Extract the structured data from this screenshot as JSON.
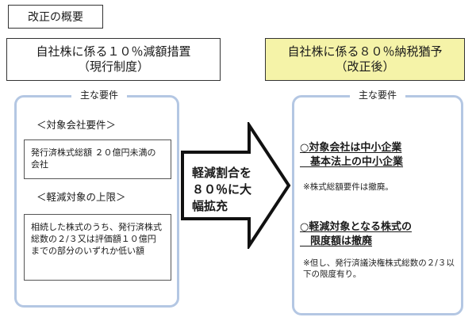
{
  "page_title": "改正の概要",
  "left_header": {
    "title": "自社株に係る１０％減額措置",
    "subtitle": "（現行制度）"
  },
  "right_header": {
    "title": "自社株に係る８０％納税猶予",
    "subtitle": "（改正後）"
  },
  "left_panel": {
    "label": "主な要件",
    "section1_heading": "＜対象会社要件＞",
    "section1_text": "発行済株式総額 ２０億円未満の会社",
    "section2_heading": "＜軽減対象の上限＞",
    "section2_text": "相続した株式のうち、発行済株式総数の２/３又は評価額１０億円までの部分のいずれか低い額"
  },
  "arrow": {
    "text_lines": [
      "軽減割合を",
      "８０％に大",
      "幅拡充"
    ]
  },
  "right_panel": {
    "label": "主な要件",
    "req1_lines": [
      "○対象会社は中小企業",
      "　基本法上の中小企業"
    ],
    "note1": "※株式総額要件は撤廃。",
    "req2_lines": [
      "○軽減対象となる株式の",
      "　限度額は撤廃"
    ],
    "note2": "※但し、発行済議決権株式総数の２/３以下の限度有り。"
  },
  "colors": {
    "highlight": "#f5f3a8",
    "panel_border": "#b4c7e3"
  }
}
